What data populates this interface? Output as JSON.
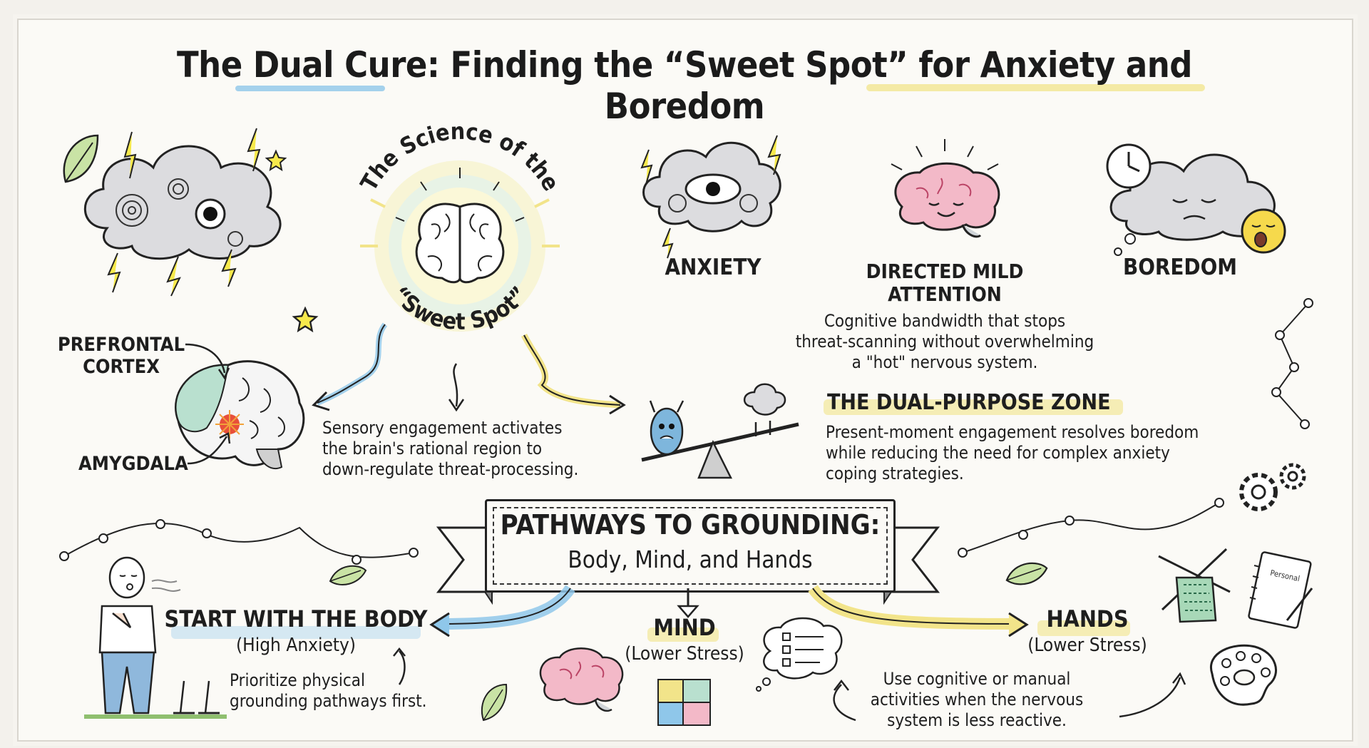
{
  "title": "The Dual Cure: Finding the “Sweet Spot” for Anxiety and Boredom",
  "sweet_spot": {
    "line1": "The Science of the",
    "line2": "“Sweet Spot”"
  },
  "top_labels": {
    "anxiety": "ANXIETY",
    "directed_line1": "DIRECTED MILD",
    "directed_line2": "ATTENTION",
    "boredom": "BOREDOM"
  },
  "bandwidth_text": [
    "Cognitive bandwidth that stops",
    "threat-scanning without overwhelming",
    "a \"hot\" nervous system."
  ],
  "brain_labels": {
    "prefrontal_1": "PREFRONTAL",
    "prefrontal_2": "CORTEX",
    "amygdala": "AMYGDALA"
  },
  "sensory_text": [
    "Sensory engagement activates",
    "the brain's rational region to",
    "down-regulate threat-processing."
  ],
  "dual_zone": {
    "heading": "THE DUAL-PURPOSE ZONE",
    "lines": [
      "Present-moment engagement resolves boredom",
      "while reducing the need for complex anxiety",
      "coping strategies."
    ]
  },
  "banner": {
    "line1": "PATHWAYS TO GROUNDING:",
    "line2": "Body, Mind, and Hands"
  },
  "body": {
    "heading": "START WITH THE BODY",
    "sub": "(High Anxiety)",
    "lines": [
      "Prioritize physical",
      "grounding pathways first."
    ]
  },
  "mind": {
    "heading": "MIND",
    "sub": "(Lower Stress)"
  },
  "hands": {
    "heading": "HANDS",
    "sub": "(Lower Stress)",
    "lines": [
      "Use cognitive or manual",
      "activities when the nervous",
      "system is less reactive."
    ]
  },
  "journal_label": "Personal",
  "colors": {
    "blue_accent": "#8fc7ea",
    "yellow_accent": "#f2e48a",
    "green_accent": "#b9e0cf",
    "brain_pink": "#f3b9c8",
    "cloud_gray": "#d9d9dc",
    "amygdala_red": "#e8503a"
  },
  "icons": [
    "anxiety-cloud-icon",
    "sweet-spot-brain-icon",
    "anxiety-eye-cloud-icon",
    "calm-brain-icon",
    "boredom-cloud-icon",
    "clock-icon",
    "yawn-emoji-icon",
    "brain-diagram-icon",
    "seesaw-icon",
    "person-breathing-icon",
    "mind-brain-icon",
    "puzzle-icon",
    "checklist-icon",
    "knitting-icon",
    "journal-icon",
    "paint-palette-icon",
    "gears-icon",
    "leaf-icon",
    "star-icon"
  ]
}
